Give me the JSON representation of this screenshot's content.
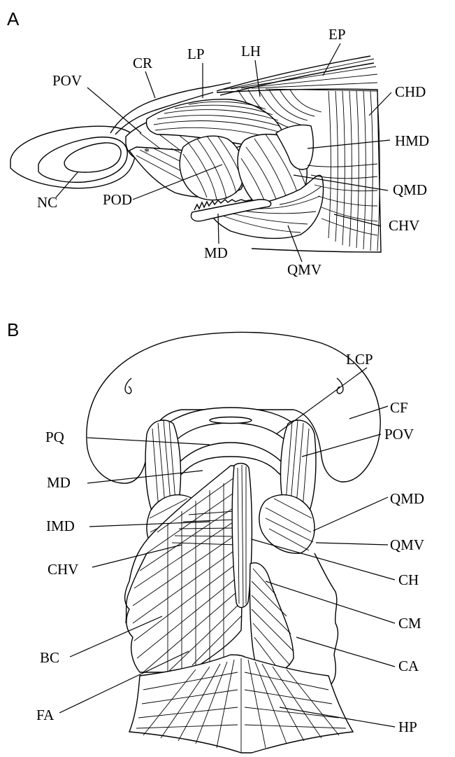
{
  "panel_a": {
    "letter": "A",
    "labels": {
      "CR": "CR",
      "LP": "LP",
      "LH": "LH",
      "EP": "EP",
      "POV": "POV",
      "CHD": "CHD",
      "HMD": "HMD",
      "QMD": "QMD",
      "NC": "NC",
      "POD": "POD",
      "CHV": "CHV",
      "MD": "MD",
      "QMV": "QMV"
    }
  },
  "panel_b": {
    "letter": "B",
    "labels": {
      "LCP": "LCP",
      "CF": "CF",
      "PQ": "PQ",
      "POV": "POV",
      "MD": "MD",
      "QMD": "QMD",
      "IMD": "IMD",
      "QMV": "QMV",
      "CH": "CH",
      "CHV": "CHV",
      "CM": "CM",
      "BC": "BC",
      "CA": "CA",
      "FA": "FA",
      "HP": "HP"
    }
  },
  "colors": {
    "ink": "#000000",
    "paper": "#ffffff"
  }
}
